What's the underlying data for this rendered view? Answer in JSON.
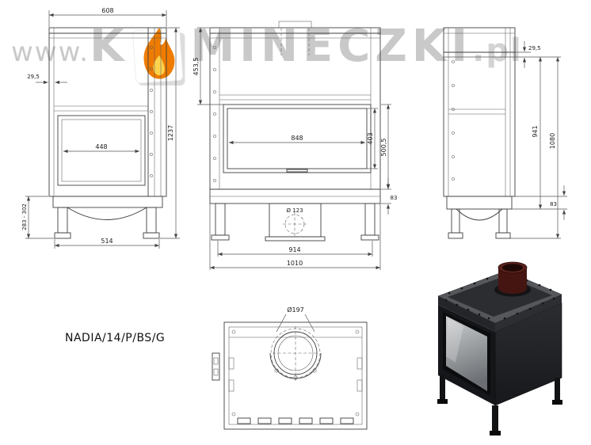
{
  "watermark": {
    "prefix": "www.",
    "brand_start": "K",
    "brand_end": "MINECZKI",
    "suffix": ".pl"
  },
  "model": {
    "label": "NADIA/14/P/BS/G"
  },
  "colors": {
    "line": "#3f3f3f",
    "watermark_gray": "#c9c9c9",
    "flame_orange": "#ef7c00",
    "flame_yellow": "#ffd34d",
    "flue_maroon": "#451512",
    "body_black": "#1a1b1d"
  },
  "views": {
    "side_left": {
      "dims": {
        "depth": "608",
        "wall_offset": "29,5",
        "side_glass_width": "448",
        "total_height": "1237",
        "leg_adjust_range": "283 - 302",
        "base_depth": "514"
      }
    },
    "front": {
      "dims": {
        "upper_height": "453,5",
        "glass_width": "848",
        "glass_height": "403",
        "firebox_height": "500,5",
        "plinth_height": "83",
        "outlet_diameter": "Ø 123",
        "body_width": "914",
        "total_width": "1010"
      }
    },
    "side_right": {
      "dims": {
        "top_offset": "29,5",
        "total_height": "1080",
        "body_height": "941",
        "plinth_height": "83"
      }
    },
    "top": {
      "dims": {
        "flue_diameter": "Ø197"
      }
    }
  }
}
